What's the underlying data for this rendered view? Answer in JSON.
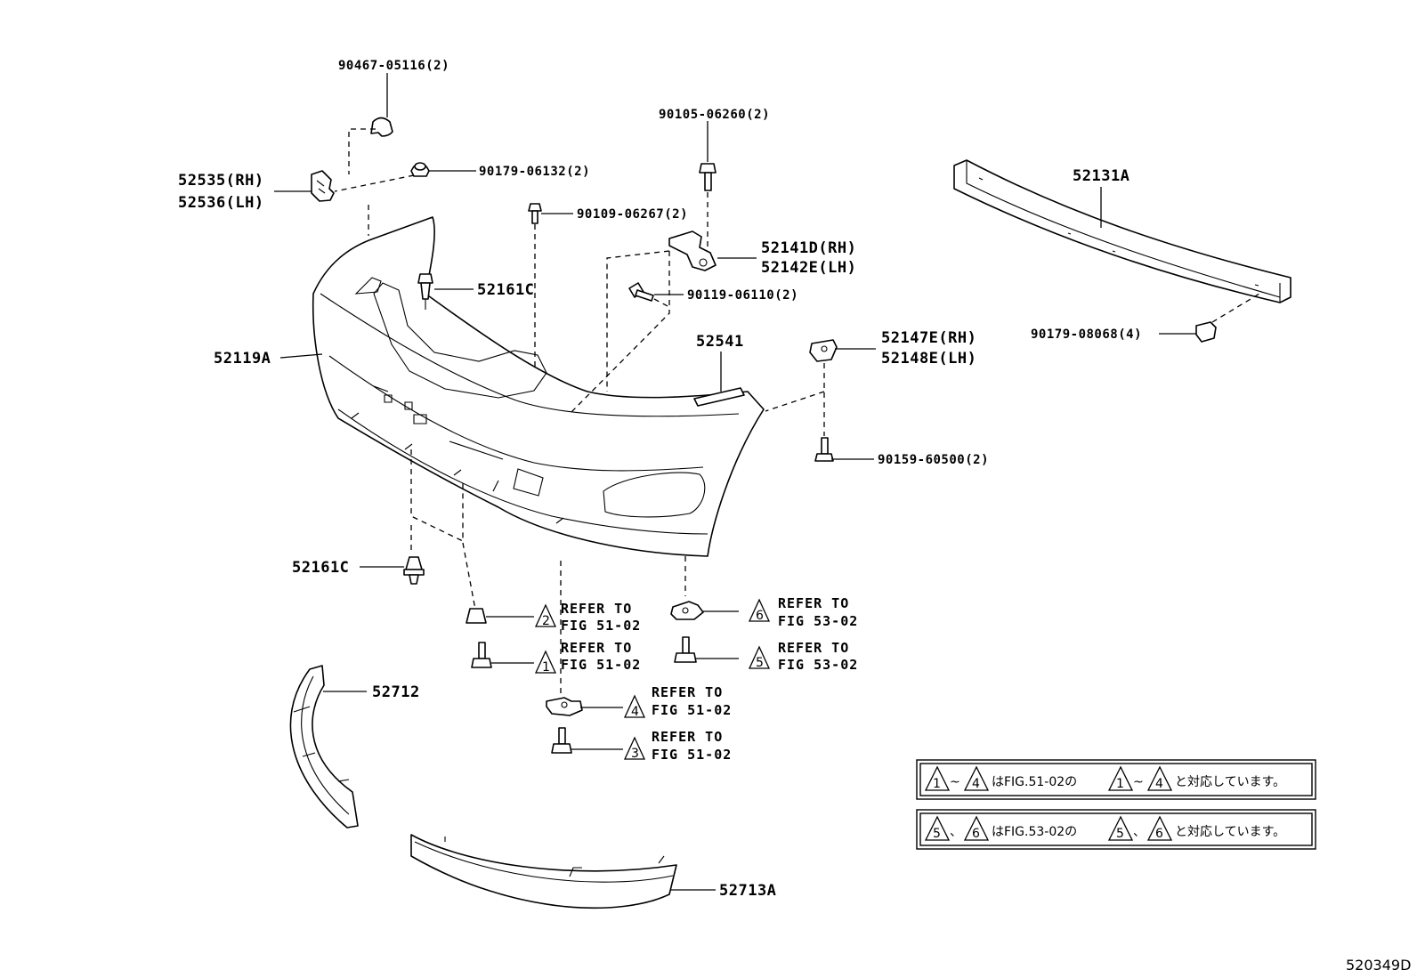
{
  "labels": {
    "clip_90467": "90467-05116(2)",
    "nut_90179_06132": "90179-06132(2)",
    "bracket_rh": "52535(RH)",
    "bracket_lh": "52536(LH)",
    "bolt_90109": "90109-06267(2)",
    "retainer_top": "52161C",
    "cover": "52119A",
    "bolt_90105": "90105-06260(2)",
    "support_rh": "52141D(RH)",
    "support_lh": "52142E(LH)",
    "screw_90119": "90119-06110(2)",
    "spacer": "52541",
    "side_support_rh": "52147E(RH)",
    "side_support_lh": "52148E(LH)",
    "screw_90159": "90159-60500(2)",
    "reinforcement": "52131A",
    "nut_90179_08068": "90179-08068(4)",
    "retainer_bottom": "52161C",
    "moulding_side": "52712",
    "moulding_lower": "52713A",
    "figure_id": "520349D"
  },
  "refs": [
    {
      "num": "2",
      "line1": "REFER TO",
      "line2": "FIG 51-02"
    },
    {
      "num": "1",
      "line1": "REFER TO",
      "line2": "FIG 51-02"
    },
    {
      "num": "4",
      "line1": "REFER TO",
      "line2": "FIG 51-02"
    },
    {
      "num": "3",
      "line1": "REFER TO",
      "line2": "FIG 51-02"
    },
    {
      "num": "6",
      "line1": "REFER TO",
      "line2": "FIG 53-02"
    },
    {
      "num": "5",
      "line1": "REFER TO",
      "line2": "FIG 53-02"
    }
  ],
  "notes": [
    {
      "a": "1",
      "sep": "~",
      "b": "4",
      "mid": "はFIG.51-02の",
      "c": "1",
      "sep2": "~",
      "d": "4",
      "tail": "と対応しています。"
    },
    {
      "a": "5",
      "sep": "、",
      "b": "6",
      "mid": "はFIG.53-02の",
      "c": "5",
      "sep2": "、",
      "d": "6",
      "tail": "と対応しています。"
    }
  ]
}
